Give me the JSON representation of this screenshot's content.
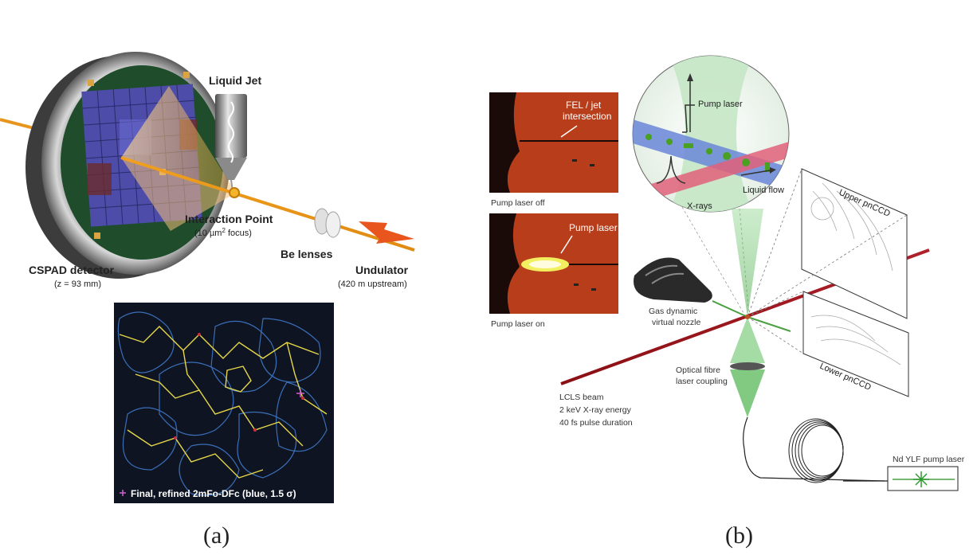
{
  "panel_a": {
    "liquid_jet": "Liquid Jet",
    "interaction_point": "Interaction Point",
    "focus_pre": "(10 µm",
    "focus_sup": "2",
    "focus_post": " focus)",
    "be_lenses": "Be lenses",
    "undulator": "Undulator",
    "undulator_sub": "(420 m upstream)",
    "detector": "CSPAD detector",
    "detector_sub": "(z = 93 mm)",
    "density_caption": "Final, refined 2mFo-DFc (blue, 1.5 σ)",
    "caption": "(a)"
  },
  "panel_b": {
    "fel_jet": "FEL / jet",
    "intersection": "intersection",
    "pump_laser_off": "Pump laser off",
    "pump_laser_photo": "Pump laser",
    "pump_laser_on": "Pump laser on",
    "inset_pump_laser": "Pump laser",
    "inset_xrays": "X-rays",
    "inset_liquid_flow": "Liquid flow",
    "upper_pnccd": "Upper pnCCD",
    "lower_pnccd": "Lower pnCCD",
    "nozzle_line1": "Gas dynamic",
    "nozzle_line2": "virtual nozzle",
    "lcls_beam": "LCLS beam",
    "xray_energy": "2 keV X-ray energy",
    "pulse_duration": "40 fs pulse duration",
    "fibre_line1": "Optical fibre",
    "fibre_line2": "laser coupling",
    "pump_source": "Nd YLF pump laser",
    "caption": "(b)"
  }
}
